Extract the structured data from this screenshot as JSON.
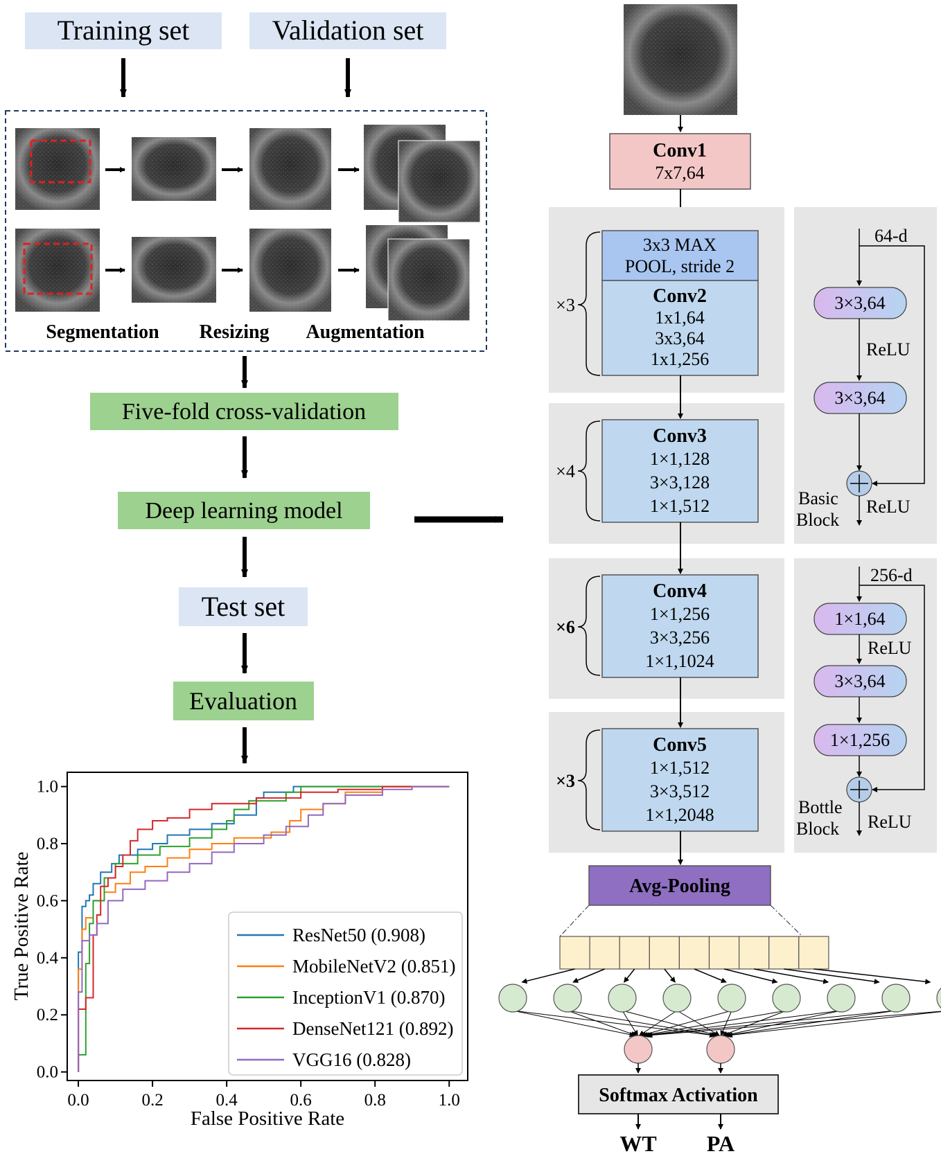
{
  "pipeline": {
    "training_set": "Training set",
    "validation_set": "Validation set",
    "step_segmentation": "Segmentation",
    "step_resizing": "Resizing",
    "step_augmentation": "Augmentation",
    "cross_validation": "Five-fold cross-validation",
    "model": "Deep learning model",
    "test_set": "Test set",
    "evaluation": "Evaluation"
  },
  "network": {
    "conv1": {
      "title": "Conv1",
      "lines": [
        "7x7,64"
      ]
    },
    "pool": {
      "lines": [
        "3x3 MAX",
        "POOL, stride 2"
      ]
    },
    "conv2": {
      "title": "Conv2",
      "repeat": "×3",
      "lines": [
        "1x1,64",
        "3x3,64",
        "1x1,256"
      ]
    },
    "conv3": {
      "title": "Conv3",
      "repeat": "×4",
      "lines": [
        "1×1,128",
        "3×3,128",
        "1×1,512"
      ]
    },
    "conv4": {
      "title": "Conv4",
      "repeat": "×6",
      "lines": [
        "1×1,256",
        "3×3,256",
        "1×1,1024"
      ]
    },
    "conv5": {
      "title": "Conv5",
      "repeat": "×3",
      "lines": [
        "1×1,512",
        "3×3,512",
        "1×1,2048"
      ]
    },
    "avg_pooling": "Avg-Pooling",
    "softmax": "Softmax Activation",
    "outputs": [
      "WT",
      "PA"
    ]
  },
  "basic_block": {
    "input": "64-d",
    "layers": [
      "3×3,64",
      "3×3,64"
    ],
    "relu_mid": "ReLU",
    "relu_out": "ReLU",
    "label": [
      "Basic",
      "Block"
    ]
  },
  "bottle_block": {
    "input": "256-d",
    "layers": [
      "1×1,64",
      "3×3,64",
      "1×1,256"
    ],
    "relu_mid": "ReLU",
    "relu_out": "ReLU",
    "label": [
      "Bottle",
      "Block"
    ]
  },
  "chart_data": {
    "type": "line",
    "xlabel": "False Positive Rate",
    "ylabel": "True Positive Rate",
    "xlim": [
      -0.03,
      1.05
    ],
    "ylim": [
      -0.03,
      1.05
    ],
    "xticks": [
      "0.0",
      "0.2",
      "0.4",
      "0.6",
      "0.8",
      "1.0"
    ],
    "yticks": [
      "0.0",
      "0.2",
      "0.4",
      "0.6",
      "0.8",
      "1.0"
    ],
    "legend_position": "lower-right",
    "series": [
      {
        "name": "ResNet50 (0.908)",
        "color": "#1f77b4",
        "points": [
          [
            0,
            0
          ],
          [
            0,
            0.42
          ],
          [
            0.01,
            0.42
          ],
          [
            0.01,
            0.58
          ],
          [
            0.02,
            0.58
          ],
          [
            0.02,
            0.6
          ],
          [
            0.03,
            0.6
          ],
          [
            0.03,
            0.62
          ],
          [
            0.04,
            0.62
          ],
          [
            0.04,
            0.66
          ],
          [
            0.06,
            0.66
          ],
          [
            0.06,
            0.7
          ],
          [
            0.09,
            0.7
          ],
          [
            0.09,
            0.73
          ],
          [
            0.11,
            0.73
          ],
          [
            0.11,
            0.76
          ],
          [
            0.16,
            0.76
          ],
          [
            0.16,
            0.78
          ],
          [
            0.2,
            0.78
          ],
          [
            0.2,
            0.8
          ],
          [
            0.24,
            0.8
          ],
          [
            0.24,
            0.83
          ],
          [
            0.3,
            0.83
          ],
          [
            0.3,
            0.85
          ],
          [
            0.36,
            0.85
          ],
          [
            0.36,
            0.87
          ],
          [
            0.42,
            0.87
          ],
          [
            0.42,
            0.9
          ],
          [
            0.48,
            0.9
          ],
          [
            0.48,
            0.95
          ],
          [
            0.48,
            0.96
          ],
          [
            0.5,
            0.96
          ],
          [
            0.5,
            0.98
          ],
          [
            0.58,
            0.98
          ],
          [
            0.58,
            1.0
          ],
          [
            1.0,
            1.0
          ]
        ]
      },
      {
        "name": "MobileNetV2 (0.851)",
        "color": "#ff7f0e",
        "points": [
          [
            0,
            0
          ],
          [
            0,
            0.36
          ],
          [
            0.01,
            0.36
          ],
          [
            0.01,
            0.5
          ],
          [
            0.02,
            0.5
          ],
          [
            0.02,
            0.54
          ],
          [
            0.04,
            0.54
          ],
          [
            0.04,
            0.6
          ],
          [
            0.07,
            0.6
          ],
          [
            0.07,
            0.63
          ],
          [
            0.1,
            0.63
          ],
          [
            0.1,
            0.66
          ],
          [
            0.14,
            0.66
          ],
          [
            0.14,
            0.7
          ],
          [
            0.18,
            0.7
          ],
          [
            0.18,
            0.72
          ],
          [
            0.24,
            0.72
          ],
          [
            0.24,
            0.75
          ],
          [
            0.3,
            0.75
          ],
          [
            0.3,
            0.78
          ],
          [
            0.36,
            0.78
          ],
          [
            0.36,
            0.8
          ],
          [
            0.42,
            0.8
          ],
          [
            0.42,
            0.82
          ],
          [
            0.52,
            0.82
          ],
          [
            0.52,
            0.84
          ],
          [
            0.57,
            0.84
          ],
          [
            0.57,
            0.88
          ],
          [
            0.6,
            0.88
          ],
          [
            0.6,
            0.92
          ],
          [
            0.66,
            0.92
          ],
          [
            0.66,
            0.94
          ],
          [
            0.72,
            0.94
          ],
          [
            0.72,
            0.98
          ],
          [
            0.82,
            0.98
          ],
          [
            0.82,
            1.0
          ],
          [
            1.0,
            1.0
          ]
        ]
      },
      {
        "name": "InceptionV1 (0.870)",
        "color": "#2ca02c",
        "points": [
          [
            0,
            0
          ],
          [
            0,
            0.06
          ],
          [
            0.02,
            0.06
          ],
          [
            0.02,
            0.38
          ],
          [
            0.03,
            0.38
          ],
          [
            0.03,
            0.52
          ],
          [
            0.04,
            0.52
          ],
          [
            0.04,
            0.6
          ],
          [
            0.07,
            0.6
          ],
          [
            0.07,
            0.68
          ],
          [
            0.1,
            0.68
          ],
          [
            0.1,
            0.73
          ],
          [
            0.16,
            0.73
          ],
          [
            0.16,
            0.76
          ],
          [
            0.22,
            0.76
          ],
          [
            0.22,
            0.79
          ],
          [
            0.3,
            0.79
          ],
          [
            0.3,
            0.82
          ],
          [
            0.36,
            0.82
          ],
          [
            0.36,
            0.85
          ],
          [
            0.4,
            0.85
          ],
          [
            0.4,
            0.88
          ],
          [
            0.42,
            0.88
          ],
          [
            0.42,
            0.92
          ],
          [
            0.46,
            0.92
          ],
          [
            0.46,
            0.95
          ],
          [
            0.56,
            0.95
          ],
          [
            0.56,
            0.98
          ],
          [
            0.6,
            0.98
          ],
          [
            0.6,
            1.0
          ],
          [
            1.0,
            1.0
          ]
        ]
      },
      {
        "name": "DenseNet121 (0.892)",
        "color": "#d62728",
        "points": [
          [
            0,
            0
          ],
          [
            0,
            0.22
          ],
          [
            0.02,
            0.22
          ],
          [
            0.02,
            0.26
          ],
          [
            0.04,
            0.26
          ],
          [
            0.04,
            0.48
          ],
          [
            0.05,
            0.48
          ],
          [
            0.05,
            0.55
          ],
          [
            0.06,
            0.55
          ],
          [
            0.06,
            0.65
          ],
          [
            0.08,
            0.65
          ],
          [
            0.08,
            0.68
          ],
          [
            0.1,
            0.68
          ],
          [
            0.1,
            0.72
          ],
          [
            0.12,
            0.72
          ],
          [
            0.12,
            0.76
          ],
          [
            0.14,
            0.76
          ],
          [
            0.14,
            0.81
          ],
          [
            0.16,
            0.81
          ],
          [
            0.16,
            0.85
          ],
          [
            0.2,
            0.85
          ],
          [
            0.2,
            0.88
          ],
          [
            0.24,
            0.88
          ],
          [
            0.24,
            0.89
          ],
          [
            0.3,
            0.89
          ],
          [
            0.3,
            0.92
          ],
          [
            0.36,
            0.92
          ],
          [
            0.36,
            0.94
          ],
          [
            0.48,
            0.94
          ],
          [
            0.48,
            0.96
          ],
          [
            0.6,
            0.96
          ],
          [
            0.6,
            0.98
          ],
          [
            0.7,
            0.98
          ],
          [
            0.7,
            0.99
          ],
          [
            0.82,
            0.99
          ],
          [
            0.82,
            1.0
          ],
          [
            1.0,
            1.0
          ]
        ]
      },
      {
        "name": "VGG16 (0.828)",
        "color": "#9467bd",
        "points": [
          [
            0,
            0
          ],
          [
            0,
            0.28
          ],
          [
            0.01,
            0.28
          ],
          [
            0.01,
            0.46
          ],
          [
            0.03,
            0.46
          ],
          [
            0.03,
            0.48
          ],
          [
            0.05,
            0.48
          ],
          [
            0.05,
            0.52
          ],
          [
            0.08,
            0.52
          ],
          [
            0.08,
            0.6
          ],
          [
            0.12,
            0.6
          ],
          [
            0.12,
            0.64
          ],
          [
            0.18,
            0.64
          ],
          [
            0.18,
            0.67
          ],
          [
            0.24,
            0.67
          ],
          [
            0.24,
            0.7
          ],
          [
            0.3,
            0.7
          ],
          [
            0.3,
            0.73
          ],
          [
            0.36,
            0.73
          ],
          [
            0.36,
            0.77
          ],
          [
            0.42,
            0.77
          ],
          [
            0.42,
            0.8
          ],
          [
            0.5,
            0.8
          ],
          [
            0.5,
            0.83
          ],
          [
            0.56,
            0.83
          ],
          [
            0.56,
            0.86
          ],
          [
            0.62,
            0.86
          ],
          [
            0.62,
            0.9
          ],
          [
            0.66,
            0.9
          ],
          [
            0.66,
            0.94
          ],
          [
            0.72,
            0.94
          ],
          [
            0.72,
            0.97
          ],
          [
            0.82,
            0.97
          ],
          [
            0.82,
            0.99
          ],
          [
            0.9,
            0.99
          ],
          [
            0.9,
            1.0
          ],
          [
            1.0,
            1.0
          ]
        ]
      }
    ]
  }
}
